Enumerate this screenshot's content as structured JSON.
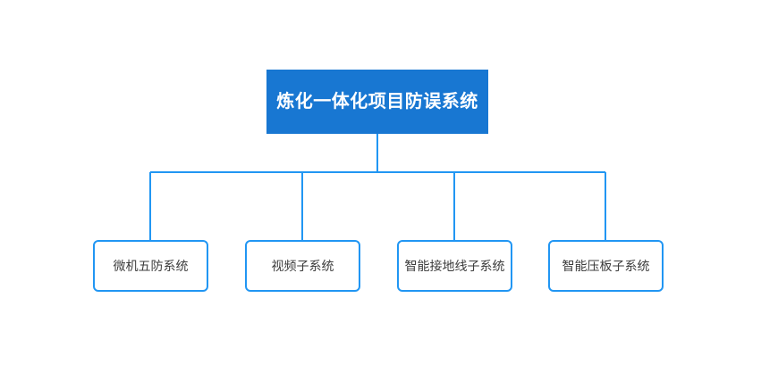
{
  "diagram": {
    "type": "org-chart",
    "background_color": "#ffffff",
    "root": {
      "label": "炼化一体化项目防误系统",
      "fill_color": "#1877d2",
      "text_color": "#ffffff"
    },
    "children": [
      {
        "label": "微机五防系统"
      },
      {
        "label": "视频子系统"
      },
      {
        "label": "智能接地线子系统"
      },
      {
        "label": "智能压板子系统"
      }
    ],
    "connector": {
      "color": "#2196f3",
      "stroke_width": 2
    },
    "child_style": {
      "fill_color": "#ffffff",
      "border_color": "#2196f3",
      "text_color": "#3c3c3c"
    }
  }
}
